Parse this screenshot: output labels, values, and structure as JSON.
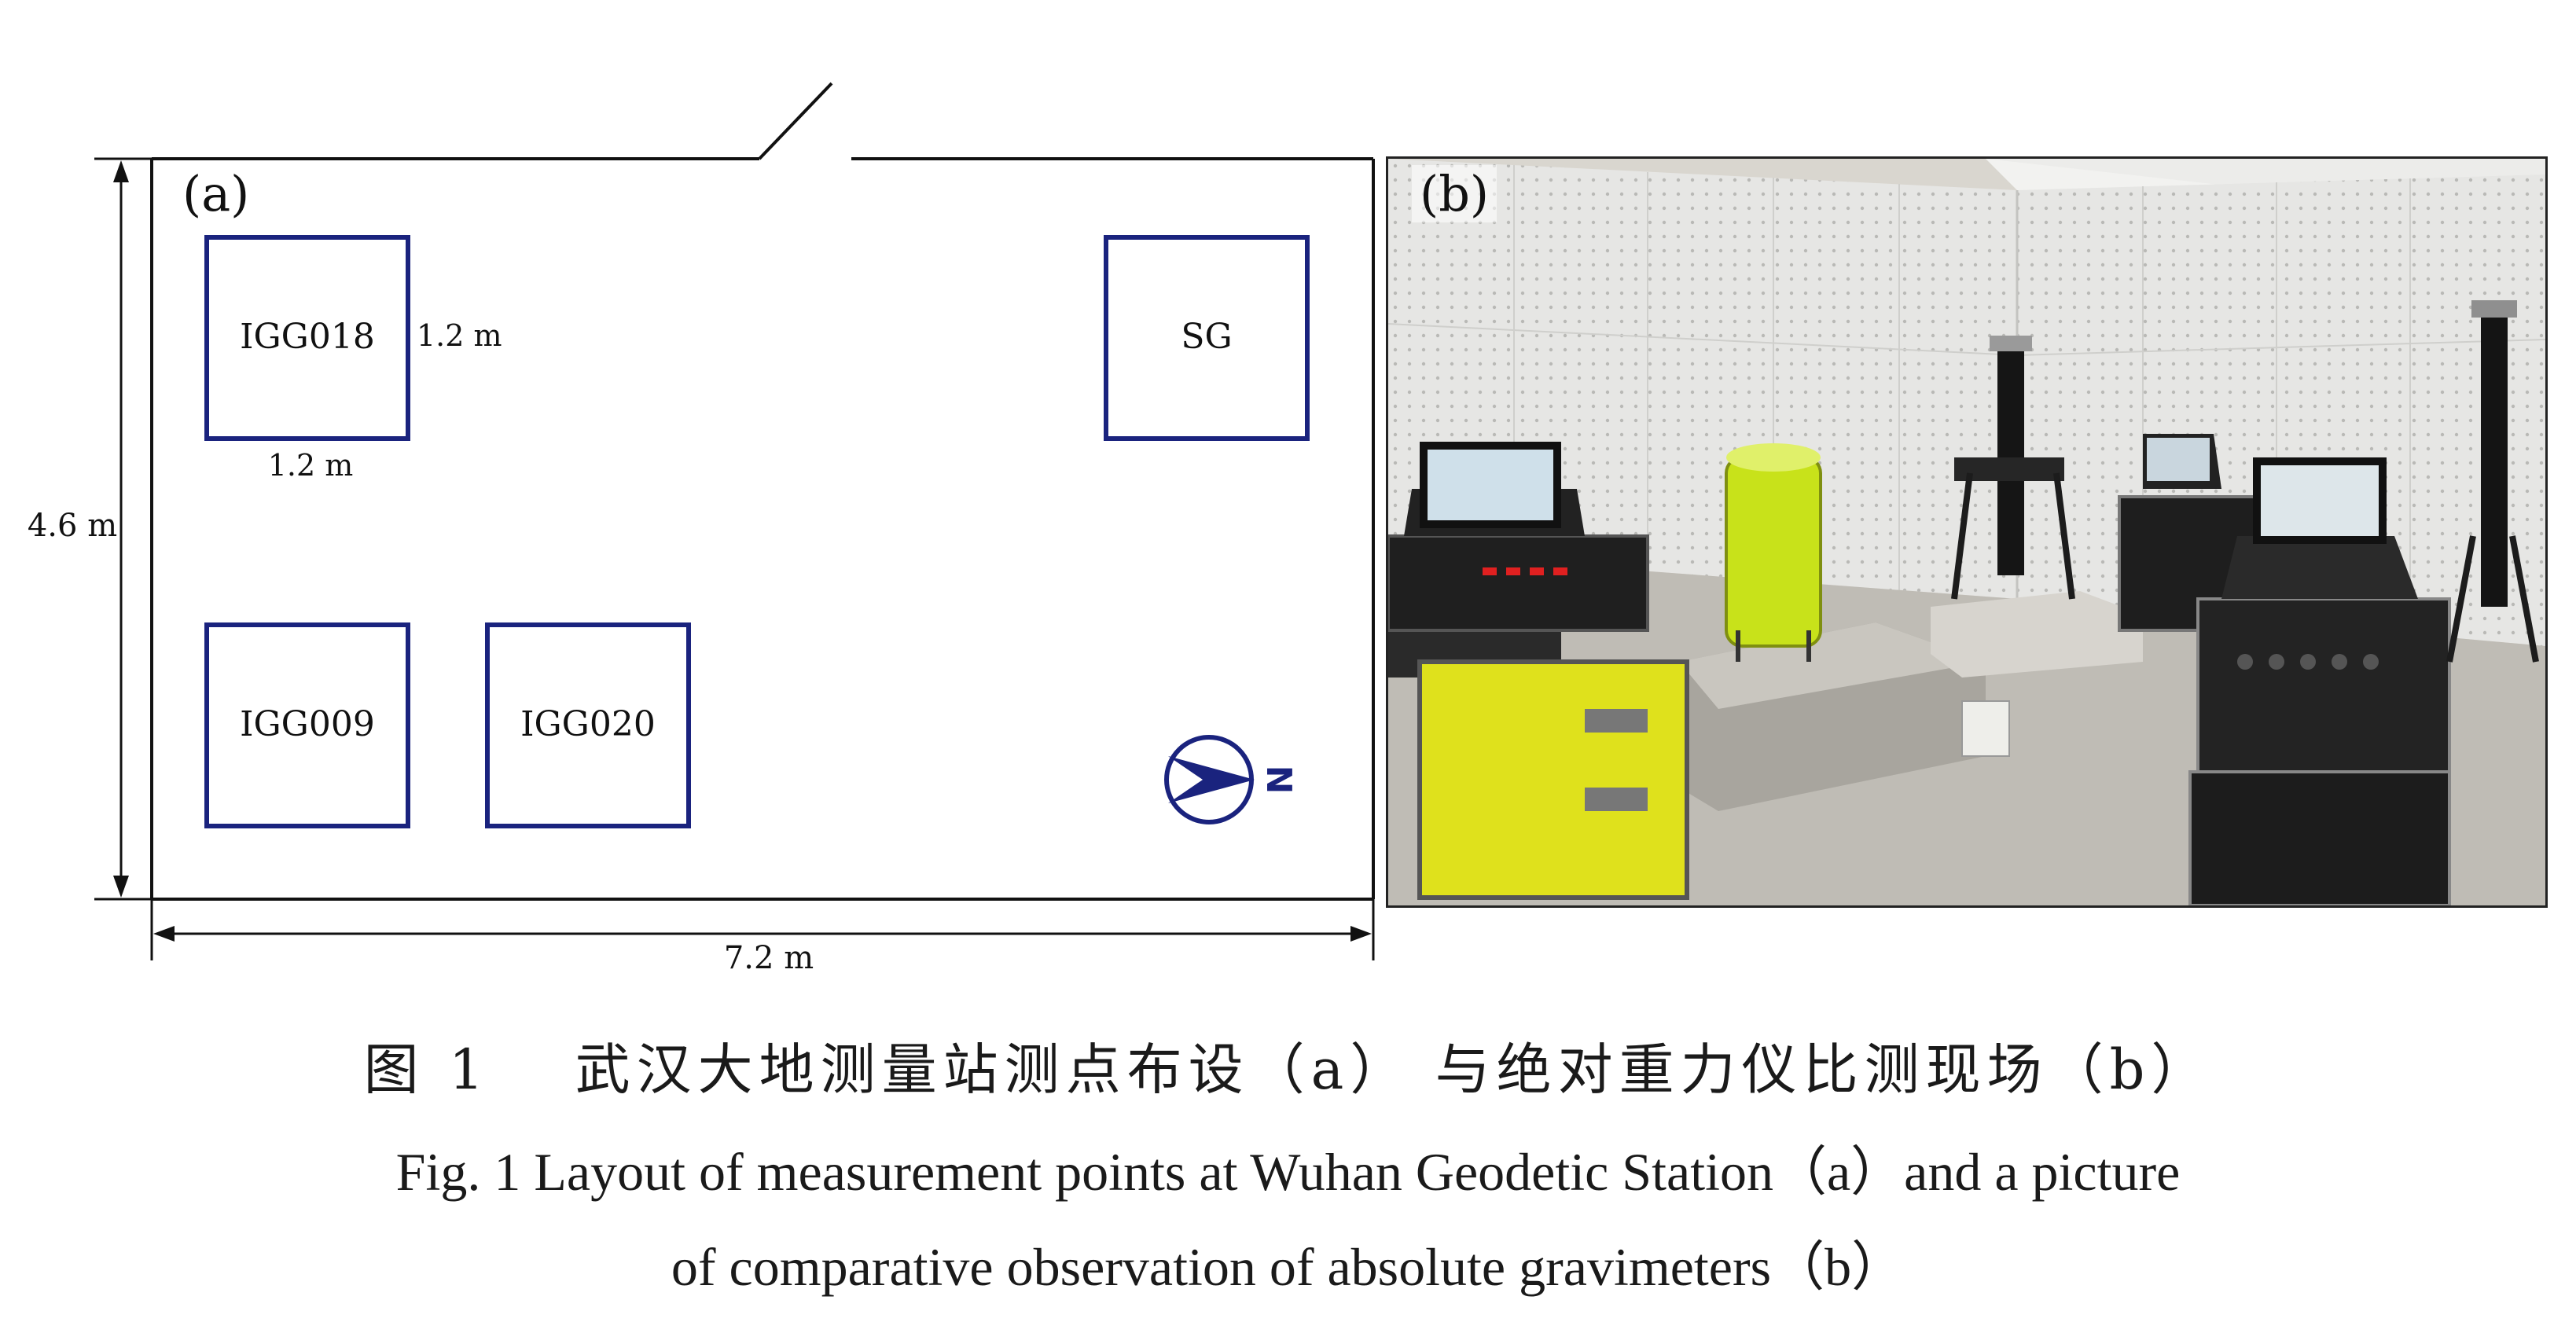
{
  "panel_a": {
    "label": "(a)",
    "width_label": "7.2 m",
    "height_label": "4.6 m",
    "points": [
      {
        "name": "IGG018",
        "side_label": "1.2 m",
        "bottom_label": "1.2 m"
      },
      {
        "name": "SG"
      },
      {
        "name": "IGG009"
      },
      {
        "name": "IGG020"
      }
    ],
    "north_label": "N",
    "line_color": "#1a237e"
  },
  "panel_b": {
    "label": "(b)"
  },
  "caption": {
    "zh": "图 1　 武汉大地测量站测点布设（a） 与绝对重力仪比测现场（b）",
    "en_line1": "Fig. 1    Layout of measurement points at Wuhan Geodetic Station（a）and a picture",
    "en_line2": "of comparative observation of absolute gravimeters（b）"
  }
}
